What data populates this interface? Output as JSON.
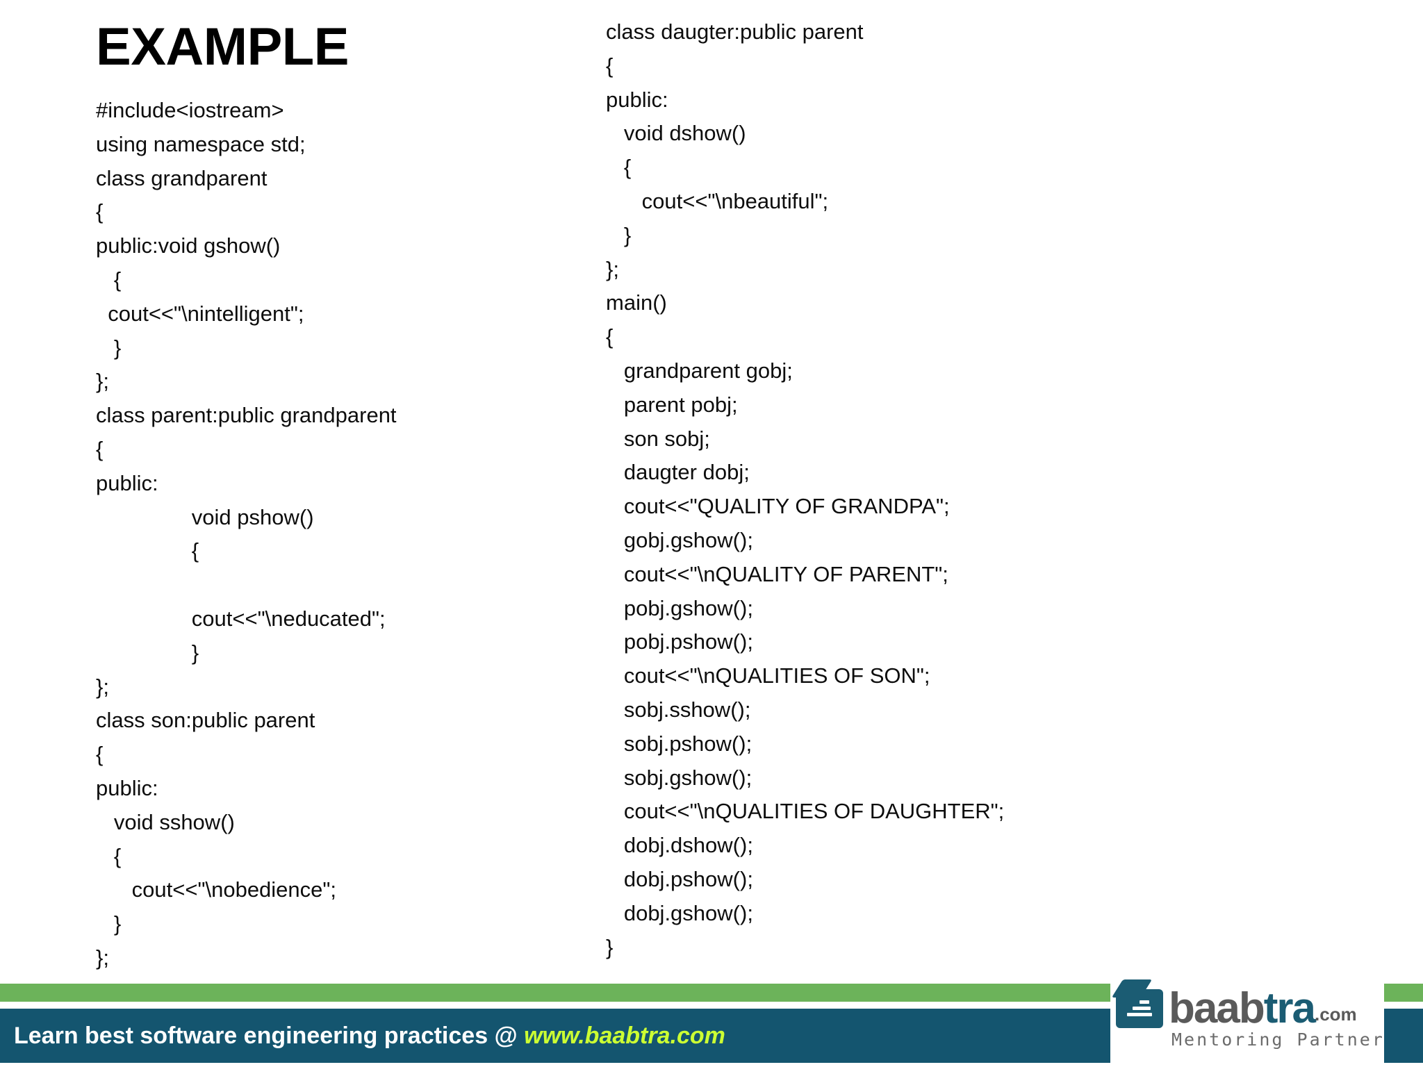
{
  "slide": {
    "title": "EXAMPLE",
    "background_color": "#ffffff",
    "text_color": "#0d0d0d"
  },
  "code": {
    "left_column": [
      "#include<iostream>",
      "using namespace std;",
      "class grandparent",
      "{",
      "public:void gshow()",
      "   {",
      "  cout<<\"\\nintelligent\";",
      "   }",
      "};",
      "class parent:public grandparent",
      "{",
      "public:",
      "                void pshow()",
      "                {",
      "",
      "                cout<<\"\\neducated\";",
      "                }",
      "};",
      "class son:public parent",
      "{",
      "public:",
      "   void sshow()",
      "   {",
      "      cout<<\"\\nobedience\";",
      "   }",
      "};"
    ],
    "right_column": [
      "class daugter:public parent",
      "{",
      "public:",
      "   void dshow()",
      "   {",
      "      cout<<\"\\nbeautiful\";",
      "   }",
      "};",
      "main()",
      "{",
      "   grandparent gobj;",
      "   parent pobj;",
      "   son sobj;",
      "   daugter dobj;",
      "   cout<<\"QUALITY OF GRANDPA\";",
      "   gobj.gshow();",
      "   cout<<\"\\nQUALITY OF PARENT\";",
      "   pobj.gshow();",
      "   pobj.pshow();",
      "   cout<<\"\\nQUALITIES OF SON\";",
      "   sobj.sshow();",
      "   sobj.pshow();",
      "   sobj.gshow();",
      "   cout<<\"\\nQUALITIES OF DAUGHTER\";",
      "   dobj.dshow();",
      "   dobj.pshow();",
      "   dobj.gshow();",
      "}"
    ]
  },
  "footer": {
    "tagline": "Learn best software engineering practices @ ",
    "url": "www.baabtra.com",
    "green_color": "#6cb35a",
    "dark_color": "#14556f",
    "url_color": "#ccff33"
  },
  "logo": {
    "word_part1": "baab",
    "word_part2": "tra",
    "suffix": ".com",
    "tagline": "Mentoring Partner",
    "brand_dark": "#1b5c73",
    "brand_gray": "#5a5a5a"
  }
}
